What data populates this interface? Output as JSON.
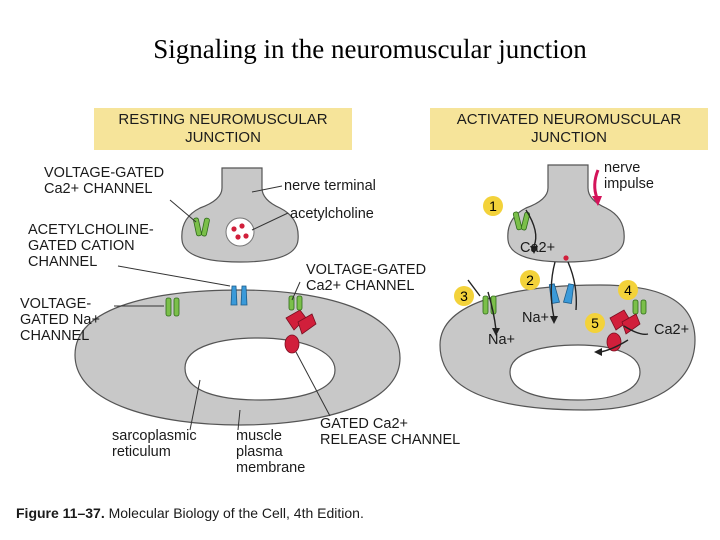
{
  "title": "Signaling in the neuromuscular junction",
  "left_panel": {
    "header_line1": "RESTING NEUROMUSCULAR",
    "header_line2": "JUNCTION",
    "labels": {
      "voltage_ca_line1": "VOLTAGE-GATED",
      "voltage_ca_line2": "Ca2+ CHANNEL",
      "nerve_terminal": "nerve terminal",
      "acetylcholine": "acetylcholine",
      "ach_channel_line1": "ACETYLCHOLINE-",
      "ach_channel_line2": "GATED CATION",
      "ach_channel_line3": "CHANNEL",
      "voltage_ca2_line1": "VOLTAGE-GATED",
      "voltage_ca2_line2": "Ca2+ CHANNEL",
      "voltage_na_line1": "VOLTAGE-",
      "voltage_na_line2": "GATED Na+",
      "voltage_na_line3": "CHANNEL",
      "sarcoplasmic_line1": "sarcoplasmic",
      "sarcoplasmic_line2": "reticulum",
      "muscle_line1": "muscle",
      "muscle_line2": "plasma",
      "muscle_line3": "membrane",
      "gated_release_line1": "GATED Ca2+",
      "gated_release_line2": "RELEASE CHANNEL"
    }
  },
  "right_panel": {
    "header_line1": "ACTIVATED NEUROMUSCULAR",
    "header_line2": "JUNCTION",
    "labels": {
      "nerve_line1": "nerve",
      "nerve_line2": "impulse",
      "ion_ca_top": "Ca2+",
      "ion_na_1": "Na+",
      "ion_na_2": "Na+",
      "ion_ca_right": "Ca2+"
    },
    "steps": [
      "1",
      "2",
      "3",
      "4",
      "5"
    ]
  },
  "caption": {
    "figure": "Figure 11–37.",
    "text": "Molecular Biology of the Cell, 4th Edition."
  },
  "colors": {
    "header_bg": "#f6e49a",
    "membrane": "#c8c8c8",
    "green_channel": "#7bbf4a",
    "blue_channel": "#3a9ad9",
    "red_channel": "#d11f3b",
    "step_circle": "#f3d23a",
    "impulse_arrow": "#d4145a"
  }
}
